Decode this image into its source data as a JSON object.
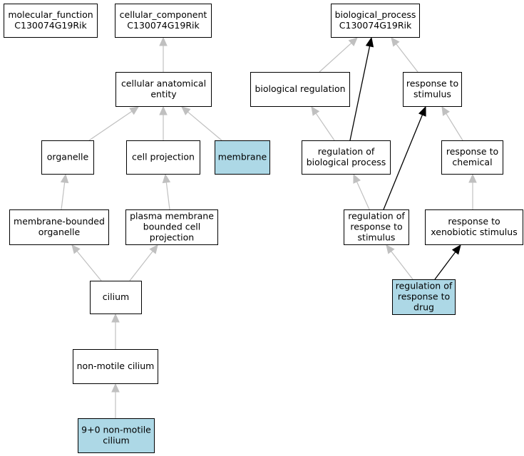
{
  "colors": {
    "highlight": "#add8e6",
    "normal": "#ffffff",
    "edge_grey": "#c0c0c0",
    "edge_black": "#000000"
  },
  "nodes": [
    {
      "id": "mf_root",
      "lines": [
        "molecular_function",
        "C130074G19Rik"
      ],
      "highlight": false
    },
    {
      "id": "cc_root",
      "lines": [
        "cellular_component",
        "C130074G19Rik"
      ],
      "highlight": false
    },
    {
      "id": "bp_root",
      "lines": [
        "biological_process",
        "C130074G19Rik"
      ],
      "highlight": false
    },
    {
      "id": "cae",
      "lines": [
        "cellular anatomical",
        "entity"
      ],
      "highlight": false
    },
    {
      "id": "organelle",
      "lines": [
        "organelle"
      ],
      "highlight": false
    },
    {
      "id": "cellproj",
      "lines": [
        "cell projection"
      ],
      "highlight": false
    },
    {
      "id": "membrane",
      "lines": [
        "membrane"
      ],
      "highlight": true
    },
    {
      "id": "mbo",
      "lines": [
        "membrane-bounded",
        "organelle"
      ],
      "highlight": false
    },
    {
      "id": "pmbcp",
      "lines": [
        "plasma membrane",
        "bounded cell",
        "projection"
      ],
      "highlight": false
    },
    {
      "id": "cilium",
      "lines": [
        "cilium"
      ],
      "highlight": false
    },
    {
      "id": "nmc",
      "lines": [
        "non-motile cilium"
      ],
      "highlight": false
    },
    {
      "id": "nmc90",
      "lines": [
        "9+0 non-motile",
        "cilium"
      ],
      "highlight": true
    },
    {
      "id": "bioreg",
      "lines": [
        "biological regulation"
      ],
      "highlight": false
    },
    {
      "id": "rts",
      "lines": [
        "response to",
        "stimulus"
      ],
      "highlight": false
    },
    {
      "id": "rbp",
      "lines": [
        "regulation of",
        "biological process"
      ],
      "highlight": false
    },
    {
      "id": "rtc",
      "lines": [
        "response to",
        "chemical"
      ],
      "highlight": false
    },
    {
      "id": "rrs",
      "lines": [
        "regulation of",
        "response to",
        "stimulus"
      ],
      "highlight": false
    },
    {
      "id": "rtx",
      "lines": [
        "response to",
        "xenobiotic stimulus"
      ],
      "highlight": false
    },
    {
      "id": "rrd",
      "lines": [
        "regulation of",
        "response to",
        "drug"
      ],
      "highlight": true
    }
  ],
  "edges": [
    {
      "from": "cae",
      "to": "cc_root",
      "style": "grey"
    },
    {
      "from": "organelle",
      "to": "cae",
      "style": "grey"
    },
    {
      "from": "cellproj",
      "to": "cae",
      "style": "grey"
    },
    {
      "from": "membrane",
      "to": "cae",
      "style": "grey"
    },
    {
      "from": "mbo",
      "to": "organelle",
      "style": "grey"
    },
    {
      "from": "pmbcp",
      "to": "cellproj",
      "style": "grey"
    },
    {
      "from": "cilium",
      "to": "mbo",
      "style": "grey"
    },
    {
      "from": "cilium",
      "to": "pmbcp",
      "style": "grey"
    },
    {
      "from": "nmc",
      "to": "cilium",
      "style": "grey"
    },
    {
      "from": "nmc90",
      "to": "nmc",
      "style": "grey"
    },
    {
      "from": "bioreg",
      "to": "bp_root",
      "style": "grey"
    },
    {
      "from": "rts",
      "to": "bp_root",
      "style": "grey"
    },
    {
      "from": "rbp",
      "to": "bp_root",
      "style": "black"
    },
    {
      "from": "rbp",
      "to": "bioreg",
      "style": "grey"
    },
    {
      "from": "rtc",
      "to": "rts",
      "style": "grey"
    },
    {
      "from": "rrs",
      "to": "rbp",
      "style": "grey"
    },
    {
      "from": "rrs",
      "to": "rts",
      "style": "black"
    },
    {
      "from": "rtx",
      "to": "rtc",
      "style": "grey"
    },
    {
      "from": "rrd",
      "to": "rrs",
      "style": "grey"
    },
    {
      "from": "rrd",
      "to": "rtx",
      "style": "black"
    }
  ]
}
